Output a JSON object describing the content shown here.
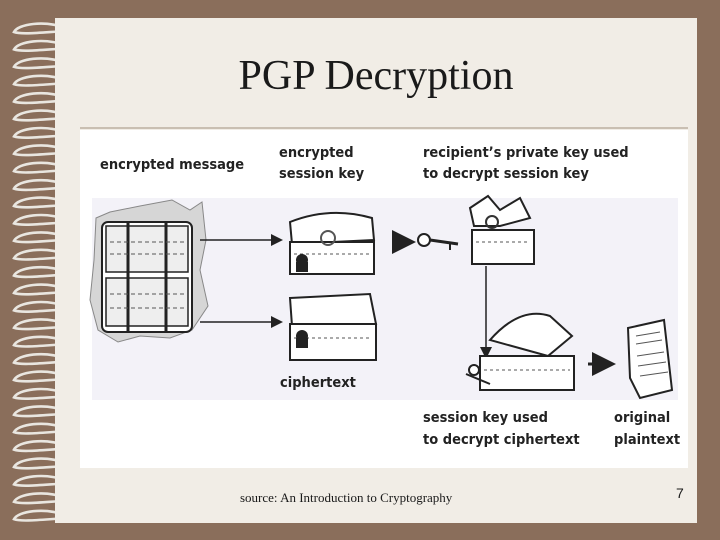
{
  "slide": {
    "title": "PGP Decryption",
    "source": "source: An Introduction to Cryptography",
    "page_number": "7"
  },
  "diagram": {
    "labels": {
      "encrypted_message": "encrypted message",
      "encrypted_session_key_line1": "encrypted",
      "encrypted_session_key_line2": "session key",
      "private_key_line1": "recipient’s private key used",
      "private_key_line2": "to decrypt session key",
      "ciphertext": "ciphertext",
      "session_key_line1": "session key used",
      "session_key_line2": "to decrypt ciphertext",
      "original_line1": "original",
      "original_line2": "plaintext"
    }
  }
}
